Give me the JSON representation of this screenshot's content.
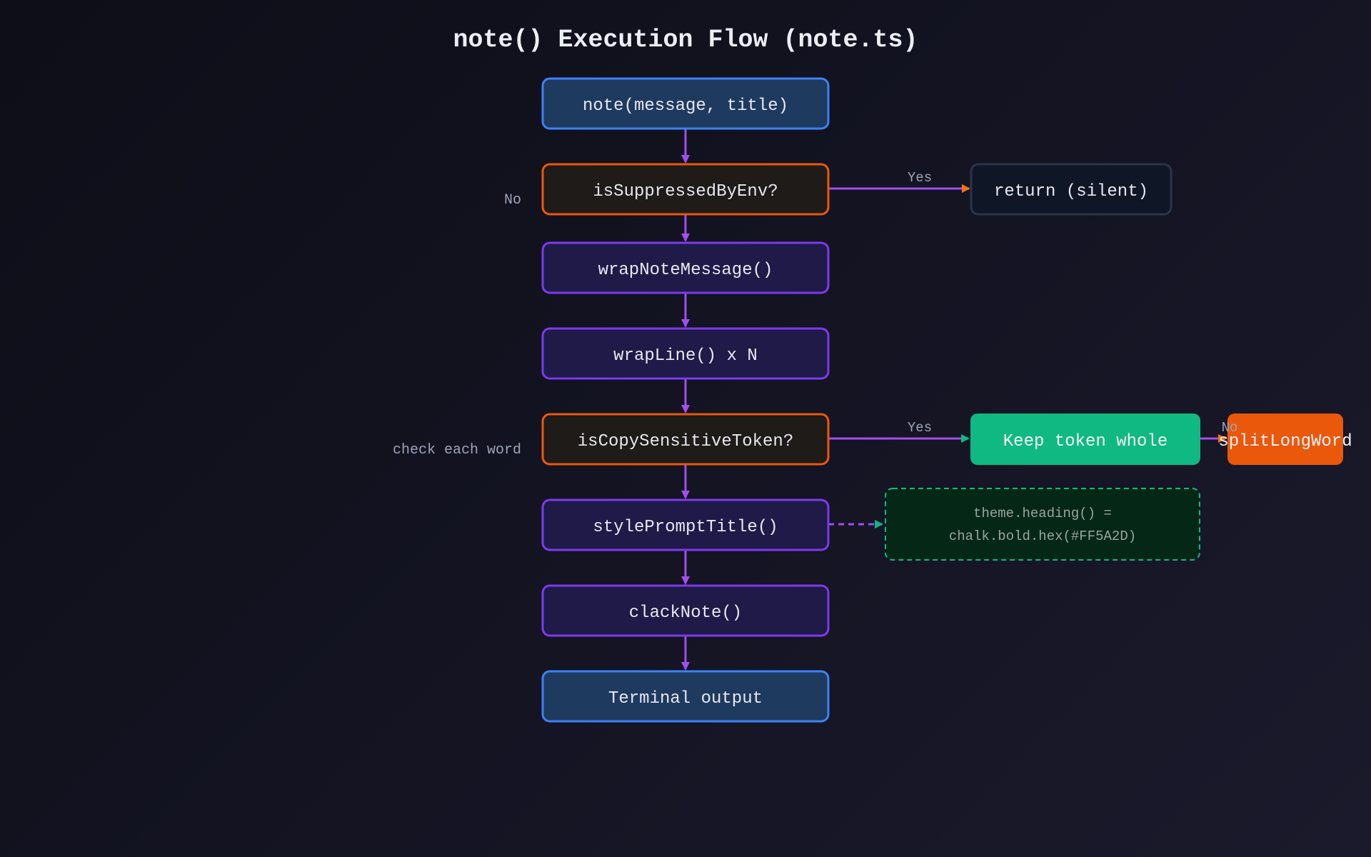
{
  "diagram": {
    "title": "note() Execution Flow (note.ts)",
    "colors": {
      "edge": "#a14ef0",
      "edge_orange": "#f97316",
      "edge_green": "#10b981",
      "entry_fill": "#1e3a5f",
      "entry_stroke": "#3b82f6",
      "decision_fill": "#1f1b18",
      "decision_stroke": "#ea580c",
      "process_fill": "#1f1a47",
      "process_stroke": "#7c3aed",
      "terminal_fill": "#0f1626",
      "terminal_stroke": "#2a3448",
      "success_fill": "#10b981",
      "split_fill": "#ea580c",
      "note_fill": "#042716",
      "note_stroke": "#10b981"
    },
    "nodes": {
      "start": "note(message, title)",
      "suppressed": "isSuppressedByEnv?",
      "return_silent": "return (silent)",
      "wrap_message": "wrapNoteMessage()",
      "wrap_line": "wrapLine() x N",
      "copy_sensitive": "isCopySensitiveToken?",
      "keep_token": "Keep token whole",
      "split_long": "splitLongWord",
      "style_title": "stylePromptTitle()",
      "clack_note": "clackNote()",
      "terminal": "Terminal output"
    },
    "theme_note": {
      "line1": "theme.heading() =",
      "line2": "chalk.bold.hex(#FF5A2D)"
    },
    "edge_labels": {
      "suppressed_yes": "Yes",
      "suppressed_no": "No",
      "copy_yes": "Yes",
      "keep_no": "No",
      "check_each_word": "check each word"
    }
  }
}
